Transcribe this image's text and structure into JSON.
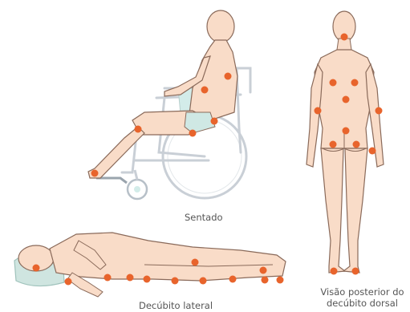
{
  "captions": {
    "seated": "Sentado",
    "lateral": "Decúbito lateral",
    "dorsal_line1": "Visão posterior do",
    "dorsal_line2": "decúbito dorsal"
  },
  "colors": {
    "pressure_point": "#e8642c",
    "skin": "#f9dcc8",
    "skin_outline": "#8a6a5a",
    "wheelchair_frame": "#c9cfd6",
    "wheelchair_seat": "#d3ece9",
    "pillow": "#cfe5e0"
  }
}
